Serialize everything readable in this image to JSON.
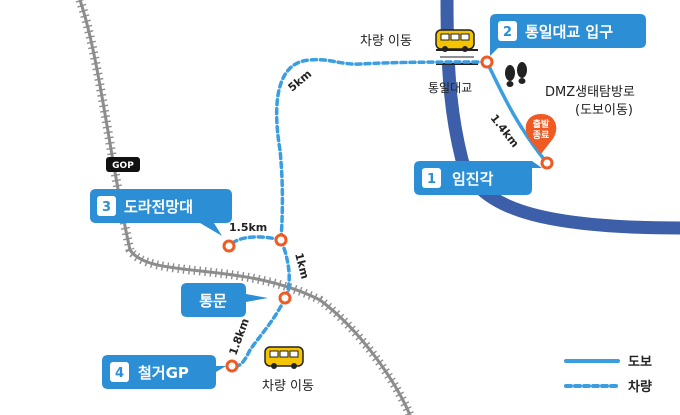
{
  "places": {
    "imjingak": {
      "num": "1",
      "name": "임진각"
    },
    "tongil_gate": {
      "num": "2",
      "name": "통일대교 입구"
    },
    "dora": {
      "num": "3",
      "name": "도라전망대"
    },
    "cheolgeo": {
      "num": "4",
      "name": "철거GP"
    },
    "tongmun": {
      "name": "통문"
    }
  },
  "labels": {
    "vehicle_move_top": "차량 이동",
    "vehicle_move_bottom": "차량 이동",
    "bridge": "통일대교",
    "dmz_line1": "DMZ생태탐방로",
    "dmz_line2": "(도보이동)",
    "start_line1": "출발",
    "start_line2": "종료",
    "gop": "GOP"
  },
  "distances": {
    "walk_bridge": "1.4km",
    "drive_long": "5km",
    "drive_dora": "1.5km",
    "drive_tongmun": "1km",
    "drive_cheolgeo": "1.8km"
  },
  "legend": {
    "walk": "도보",
    "vehicle": "차량"
  },
  "colors": {
    "route_blue": "#3a9ee0",
    "label_blue": "#2c8fd6",
    "river": "#3d5ea8",
    "railroad": "#a0a0a0",
    "stop_orange": "#f05a23",
    "bus_yellow": "#f5c400",
    "text": "#222222"
  },
  "icons": [
    "bus-icon",
    "footprints-icon",
    "map-pin-icon",
    "gop-sign-icon"
  ]
}
